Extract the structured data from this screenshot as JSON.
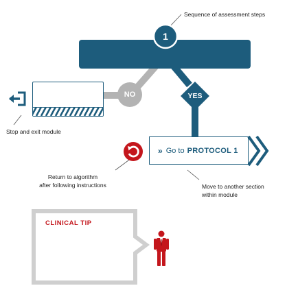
{
  "labels": {
    "sequence": "Sequence of assessment steps",
    "step_number": "1",
    "no": "NO",
    "yes": "YES",
    "stop_exit": "Stop and exit module",
    "return_line1": "Return to algorithm",
    "return_line2": "after following instructions",
    "move_line1": "Move to another section",
    "move_line2": "within module",
    "goto_chevrons": "»",
    "goto_word": "Go to",
    "goto_destination": "PROTOCOL 1",
    "clinical_tip": "CLINICAL TIP"
  },
  "icons": {
    "exit": "exit-arrow-icon",
    "return": "return-arrow-icon",
    "goto": "double-chevron-right-icon",
    "person": "person-icon"
  },
  "colors": {
    "primary": "#1d5c7c",
    "grey": "#b3b3b3",
    "red": "#c4161c"
  }
}
